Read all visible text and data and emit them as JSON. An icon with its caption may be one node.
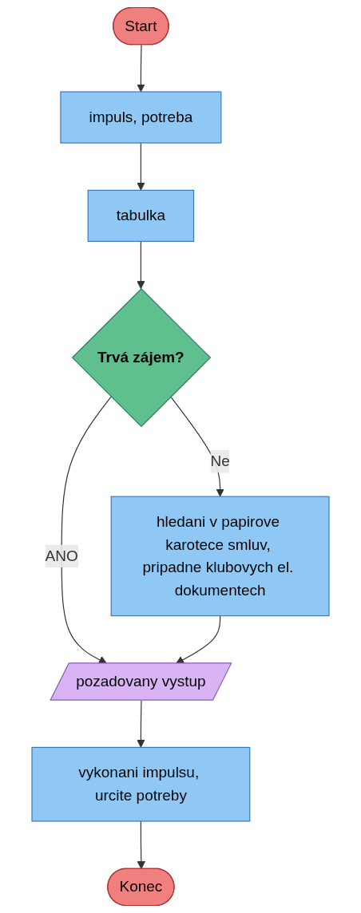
{
  "diagram": {
    "nodes": [
      {
        "text": [
          "Start"
        ]
      },
      {
        "text": [
          "impuls, potreba"
        ]
      },
      {
        "text": [
          "tabulka"
        ]
      },
      {
        "text": [
          "Trvá zájem?"
        ]
      },
      {
        "text": [
          "hledani v papirove karotece smluv, pripadne klubovych el. dokumentech"
        ]
      },
      {
        "text": [
          "pozadovany vystup"
        ]
      },
      {
        "text": [
          "vykonani impulsu, urcite potreby"
        ]
      },
      {
        "text": [
          "Konec"
        ]
      }
    ],
    "edges": [
      {
        "from": 0,
        "to": 1,
        "arrow": "to"
      },
      {
        "from": 1,
        "to": 2,
        "arrow": "to"
      },
      {
        "from": 2,
        "to": 3,
        "arrow": "to"
      },
      {
        "from": 3,
        "to": 5,
        "arrow": "to",
        "label": "ANO"
      },
      {
        "from": 3,
        "to": 4,
        "arrow": "to",
        "label": "Ne"
      },
      {
        "from": 4,
        "to": 5,
        "arrow": "to"
      },
      {
        "from": 5,
        "to": 6,
        "arrow": "to"
      },
      {
        "from": 6,
        "to": 7,
        "arrow": "to"
      }
    ]
  }
}
